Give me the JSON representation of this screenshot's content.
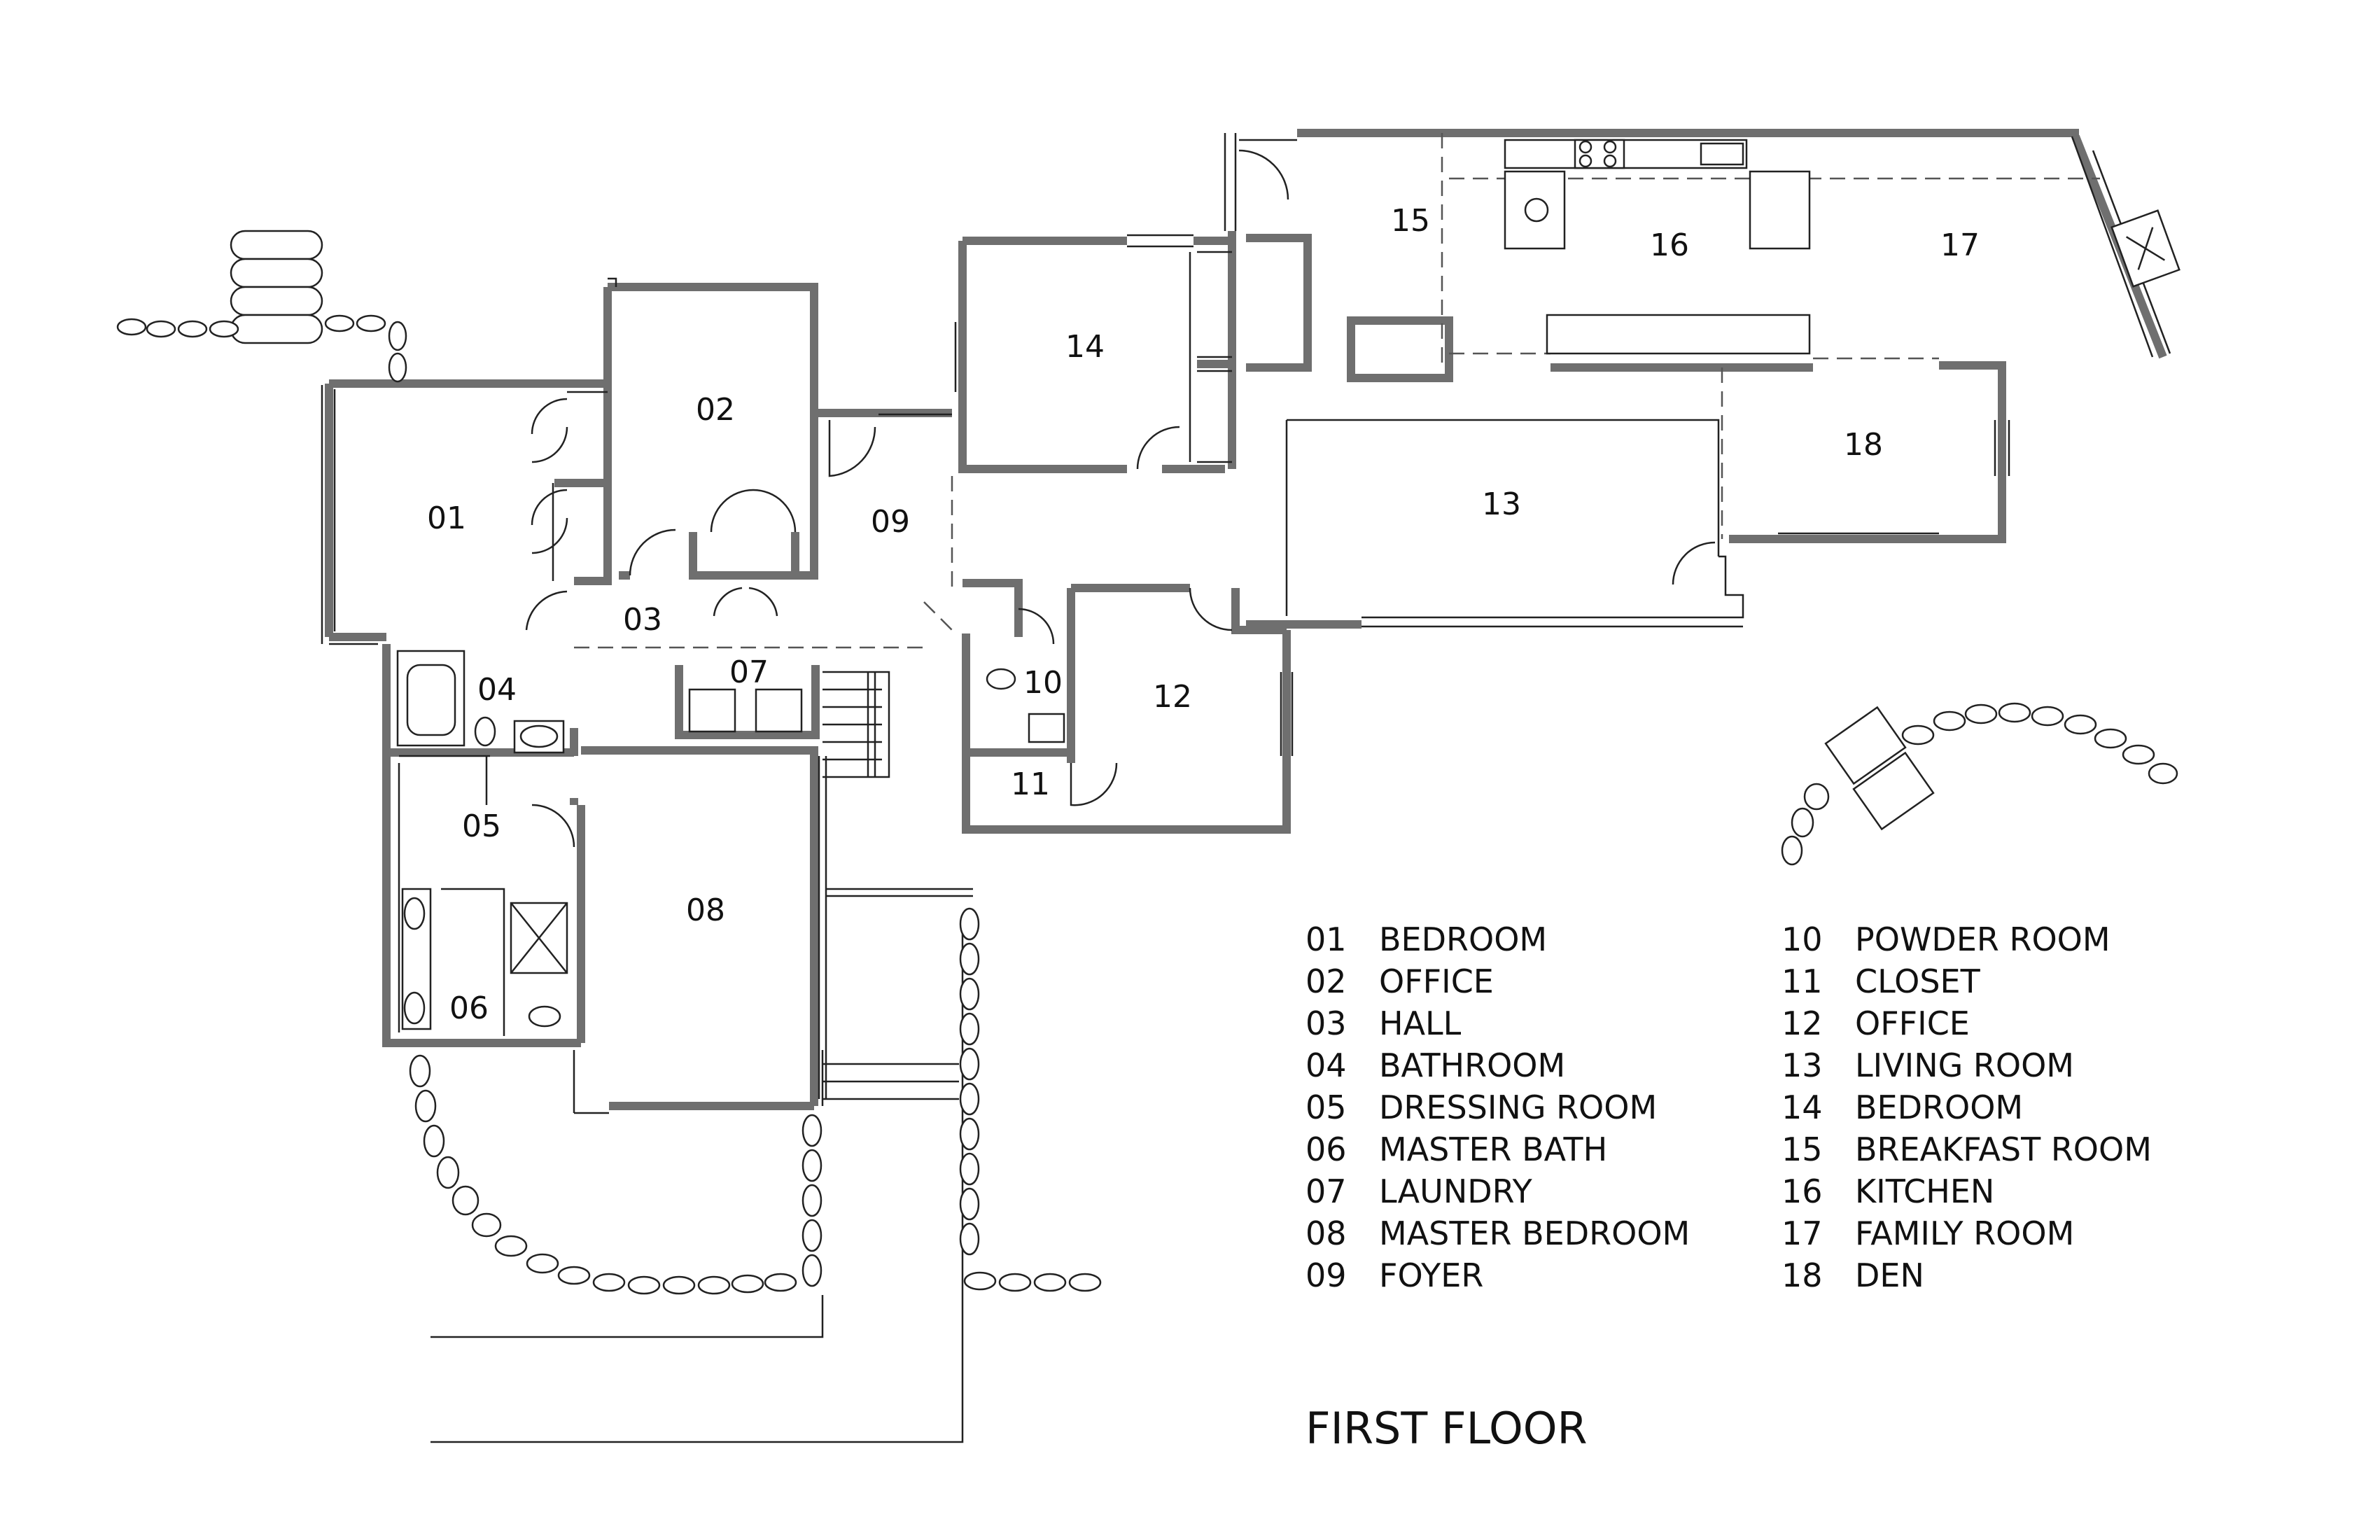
{
  "rooms": [
    {
      "num": "01",
      "name": "BEDROOM"
    },
    {
      "num": "02",
      "name": "OFFICE"
    },
    {
      "num": "03",
      "name": "HALL"
    },
    {
      "num": "04",
      "name": "BATHROOM"
    },
    {
      "num": "05",
      "name": "DRESSING ROOM"
    },
    {
      "num": "06",
      "name": "MASTER BATH"
    },
    {
      "num": "07",
      "name": "LAUNDRY"
    },
    {
      "num": "08",
      "name": "MASTER BEDROOM"
    },
    {
      "num": "09",
      "name": "FOYER"
    },
    {
      "num": "10",
      "name": "POWDER ROOM"
    },
    {
      "num": "11",
      "name": "CLOSET"
    },
    {
      "num": "12",
      "name": "OFFICE"
    },
    {
      "num": "13",
      "name": "LIVING ROOM"
    },
    {
      "num": "14",
      "name": "BEDROOM"
    },
    {
      "num": "15",
      "name": "BREAKFAST ROOM"
    },
    {
      "num": "16",
      "name": "KITCHEN"
    },
    {
      "num": "17",
      "name": "FAMILY ROOM"
    },
    {
      "num": "18",
      "name": "DEN"
    }
  ],
  "title": "FIRST FLOOR",
  "colors": {
    "wall": "#6f6f6f",
    "line": "#222222",
    "background": "#ffffff"
  }
}
